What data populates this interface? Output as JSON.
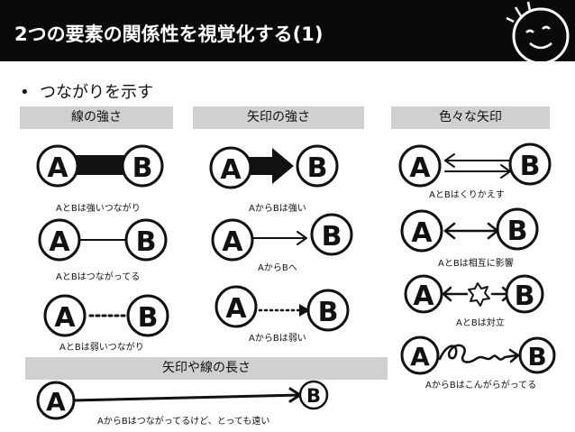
{
  "header": {
    "title": "2つの要素の関係性を視覚化する(1)"
  },
  "bullet": {
    "marker": "•",
    "text": "つながりを示す"
  },
  "sections": {
    "line_strength": "線の強さ",
    "arrow_strength": "矢印の強さ",
    "various_arrows": "色々な矢印",
    "length": "矢印や線の長さ"
  },
  "node_labels": {
    "a": "A",
    "b": "B"
  },
  "captions": {
    "strong_line": "AとBは強いつながり",
    "normal_line": "AとBはつながってる",
    "weak_line": "AとBは弱いつながり",
    "strong_arrow": "AからBは強い",
    "normal_arrow": "AからBへ",
    "weak_arrow": "AからBは弱い",
    "repeat": "AとBはくりかえす",
    "mutual": "AとBは相互に影響",
    "conflict": "AとBは対立",
    "tangled": "AからBはこんがらがってる",
    "long": "AからBはつながってるけど、とっても遠い"
  }
}
